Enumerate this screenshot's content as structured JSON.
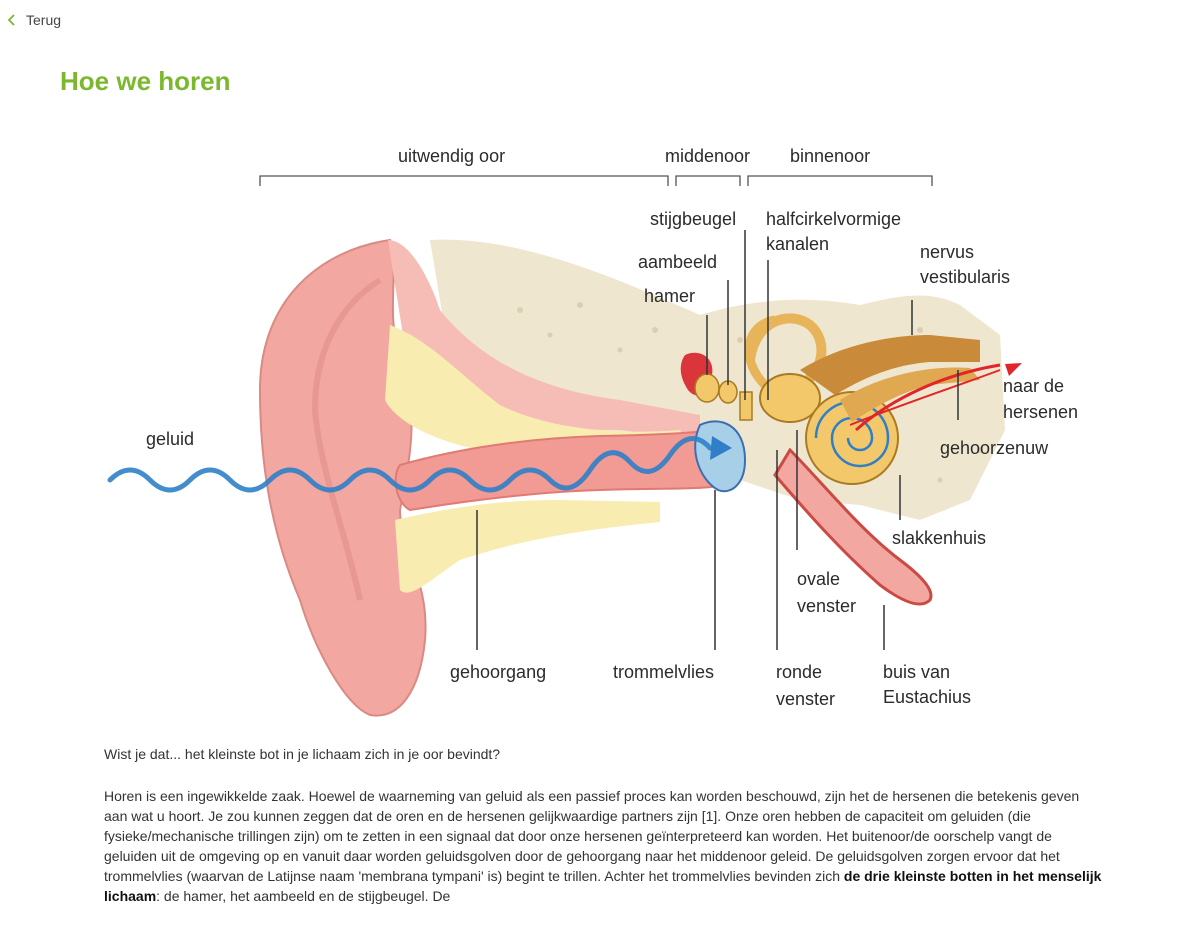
{
  "nav": {
    "back_label": "Terug"
  },
  "page": {
    "title": "Hoe we horen"
  },
  "diagram": {
    "sections": {
      "outer": "uitwendig oor",
      "middle": "middenoor",
      "inner": "binnenoor"
    },
    "labels": {
      "sound": "geluid",
      "stirrup": "stijgbeugel",
      "anvil": "aambeeld",
      "hammer": "hamer",
      "canals_1": "halfcirkelvormige",
      "canals_2": "kanalen",
      "vestibular_1": "nervus",
      "vestibular_2": "vestibularis",
      "to_brain_1": "naar de",
      "to_brain_2": "hersenen",
      "auditory_nerve": "gehoorzenuw",
      "cochlea": "slakkenhuis",
      "oval_window_1": "ovale",
      "oval_window_2": "venster",
      "ear_canal": "gehoorgang",
      "eardrum": "trommelvlies",
      "round_window_1": "ronde",
      "round_window_2": "venster",
      "eustachian_1": "buis van",
      "eustachian_2": "Eustachius"
    }
  },
  "article": {
    "did_you_know": "Wist je dat... het kleinste bot in je lichaam zich in je oor bevindt?",
    "paragraph_main": "Horen is een ingewikkelde zaak. Hoewel de waarneming van geluid als een passief proces kan worden beschouwd, zijn het de hersenen die betekenis geven aan wat u hoort. Je zou kunnen zeggen dat de oren en de hersenen gelijkwaardige partners zijn [1]. Onze oren hebben de capaciteit om geluiden (die fysieke/mechanische trillingen zijn) om te zetten in een signaal dat door onze hersenen geïnterpreteerd kan worden. Het buitenoor/de oorschelp vangt de geluiden uit de omgeving op en vanuit daar worden geluidsgolven door de gehoorgang naar het middenoor geleid. De geluidsgolven zorgen ervoor dat het trommelvlies (waarvan de Latijnse naam 'membrana tympani' is) begint te trillen.",
    "paragraph_cont_start": "Achter het trommelvlies bevinden zich ",
    "paragraph_cont_bold": "de drie kleinste botten in het menselijk lichaam",
    "paragraph_cont_end": ": de hamer, het aambeeld en de stijgbeugel. De"
  },
  "colors": {
    "title_green": "#7cb82f",
    "ear_pink": "#f2a7a0",
    "bone_yellow": "#f8ecb0",
    "sound_wave_blue": "#2f7fc8",
    "nerve_red": "#e0262a"
  }
}
